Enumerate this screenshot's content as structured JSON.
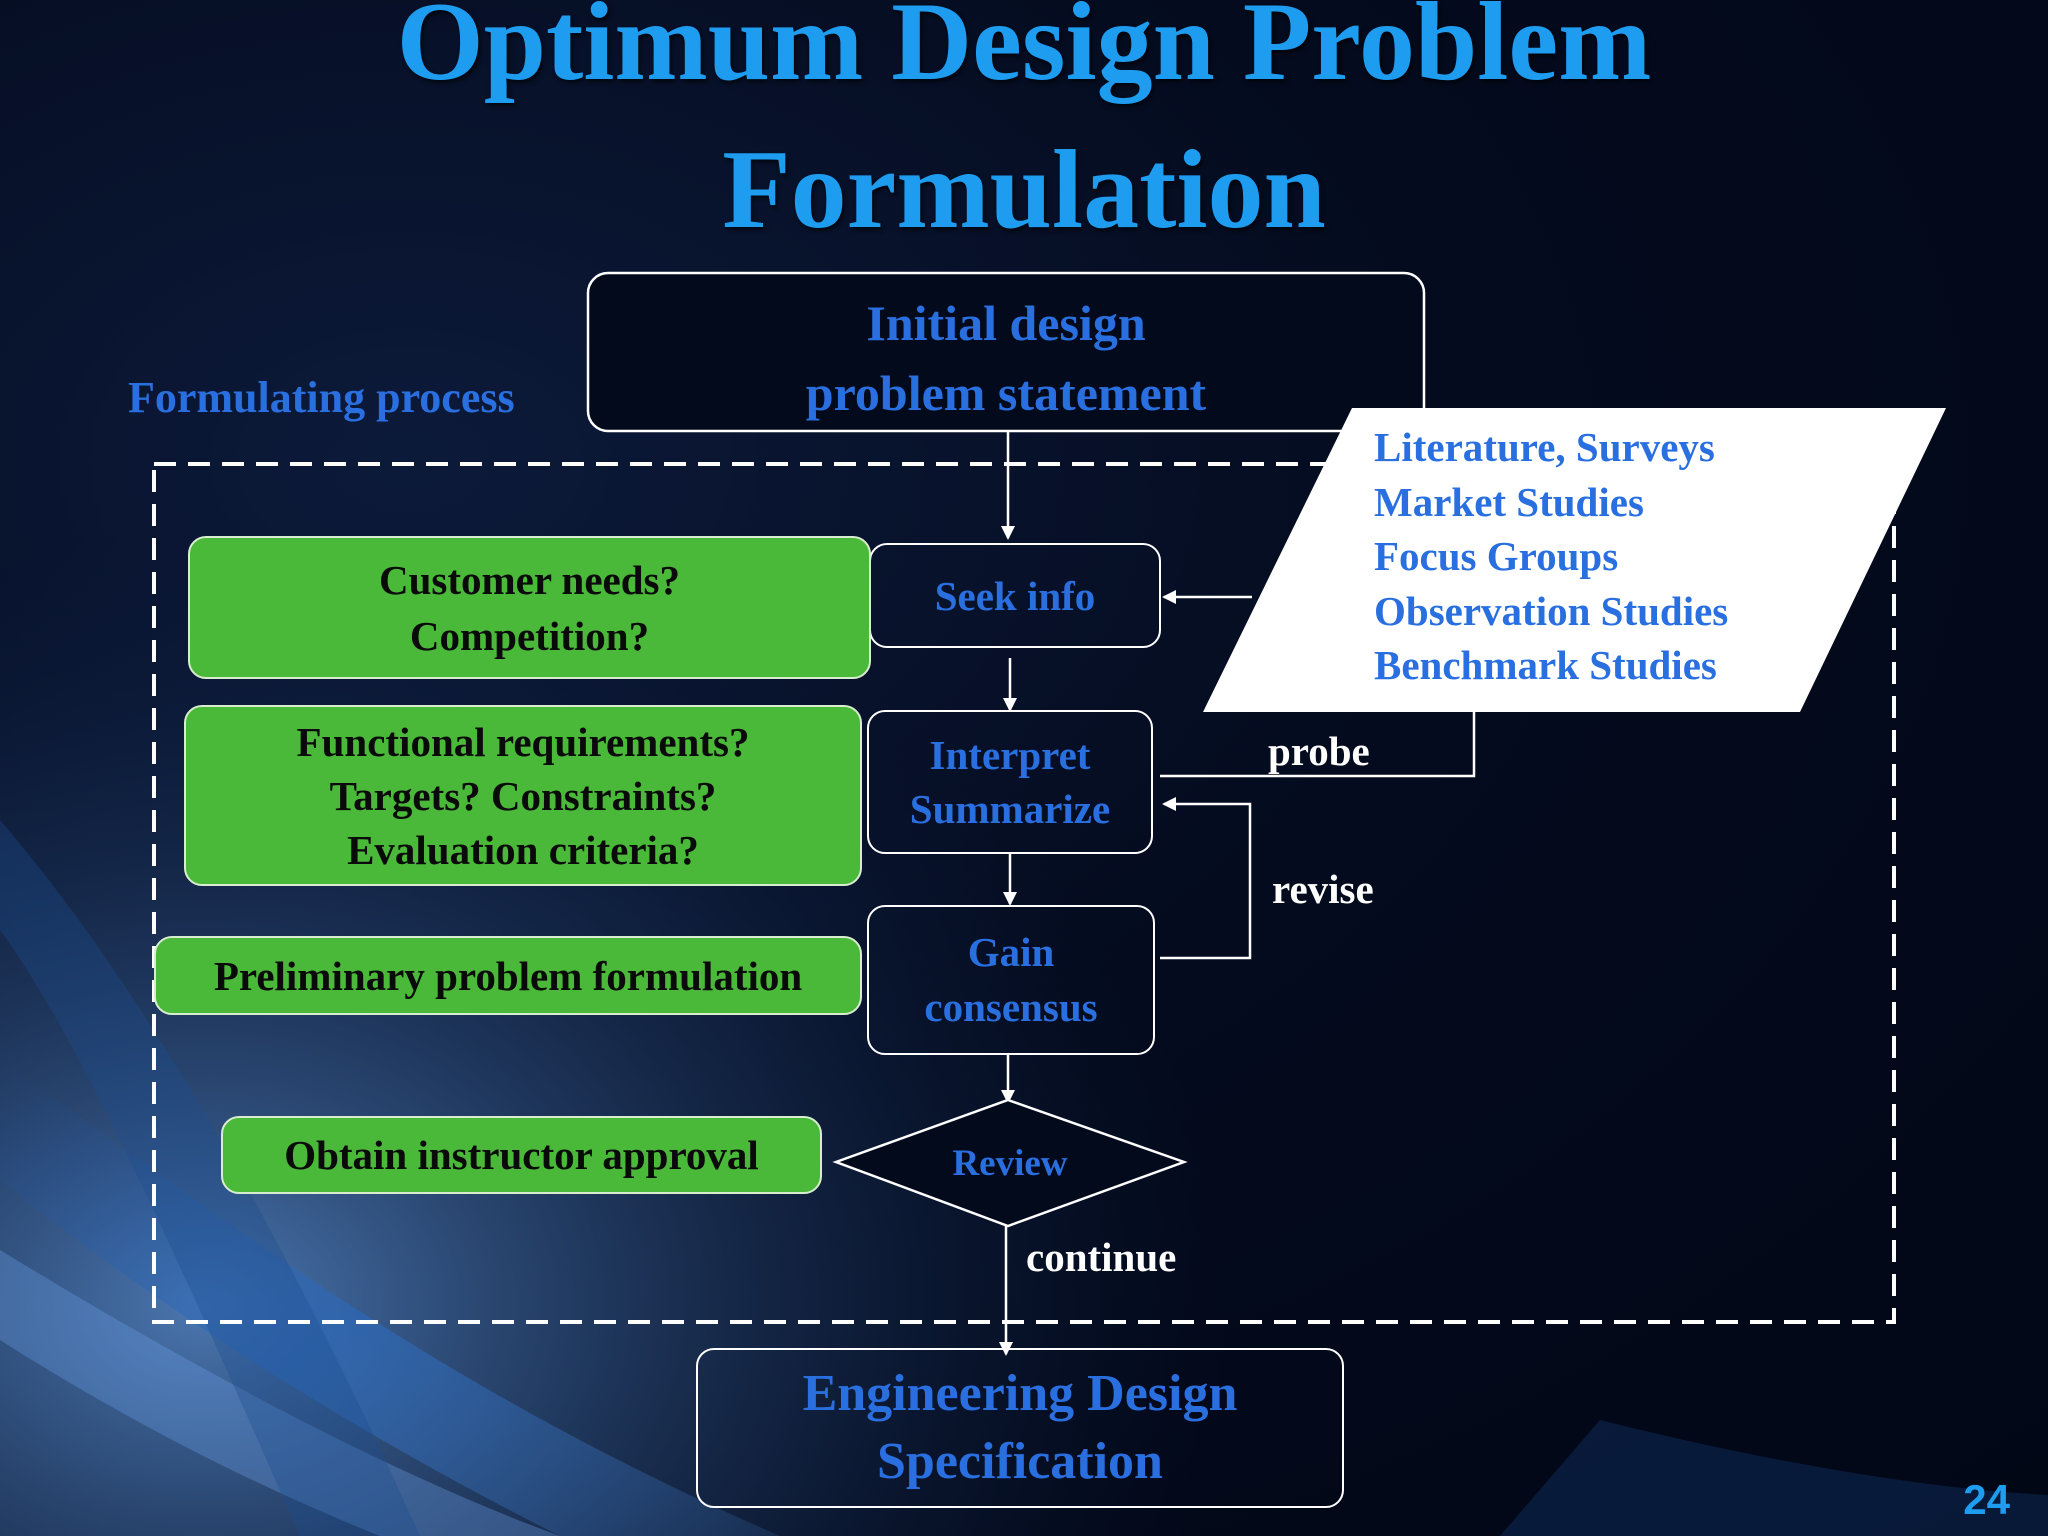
{
  "slide": {
    "title_lines": [
      "Optimum Design Problem",
      "Formulation"
    ],
    "page_number": "24",
    "process_label": "Formulating process",
    "initial_statement": [
      "Initial design",
      "problem statement"
    ],
    "sources": [
      "Literature, Surveys",
      "Market Studies",
      "Focus Groups",
      "Observation Studies",
      "Benchmark Studies"
    ],
    "steps": {
      "seek_info": [
        "Seek info"
      ],
      "interpret": [
        "Interpret",
        "Summarize"
      ],
      "consensus": [
        "Gain",
        "consensus"
      ],
      "review": "Review"
    },
    "questions": {
      "customer": [
        "Customer needs?",
        "Competition?"
      ],
      "functional": [
        "Functional requirements?",
        "Targets? Constraints?",
        "Evaluation criteria?"
      ],
      "preliminary": "Preliminary problem formulation",
      "approval": "Obtain instructor approval"
    },
    "edge_labels": {
      "probe": "probe",
      "revise": "revise",
      "continue": "continue"
    },
    "final_spec": [
      "Engineering Design",
      "Specification"
    ]
  },
  "colors": {
    "title": "#1e9cf0",
    "step_text": "#2a6fe0",
    "question_box": "#4ab838",
    "background": "#030a1c"
  }
}
